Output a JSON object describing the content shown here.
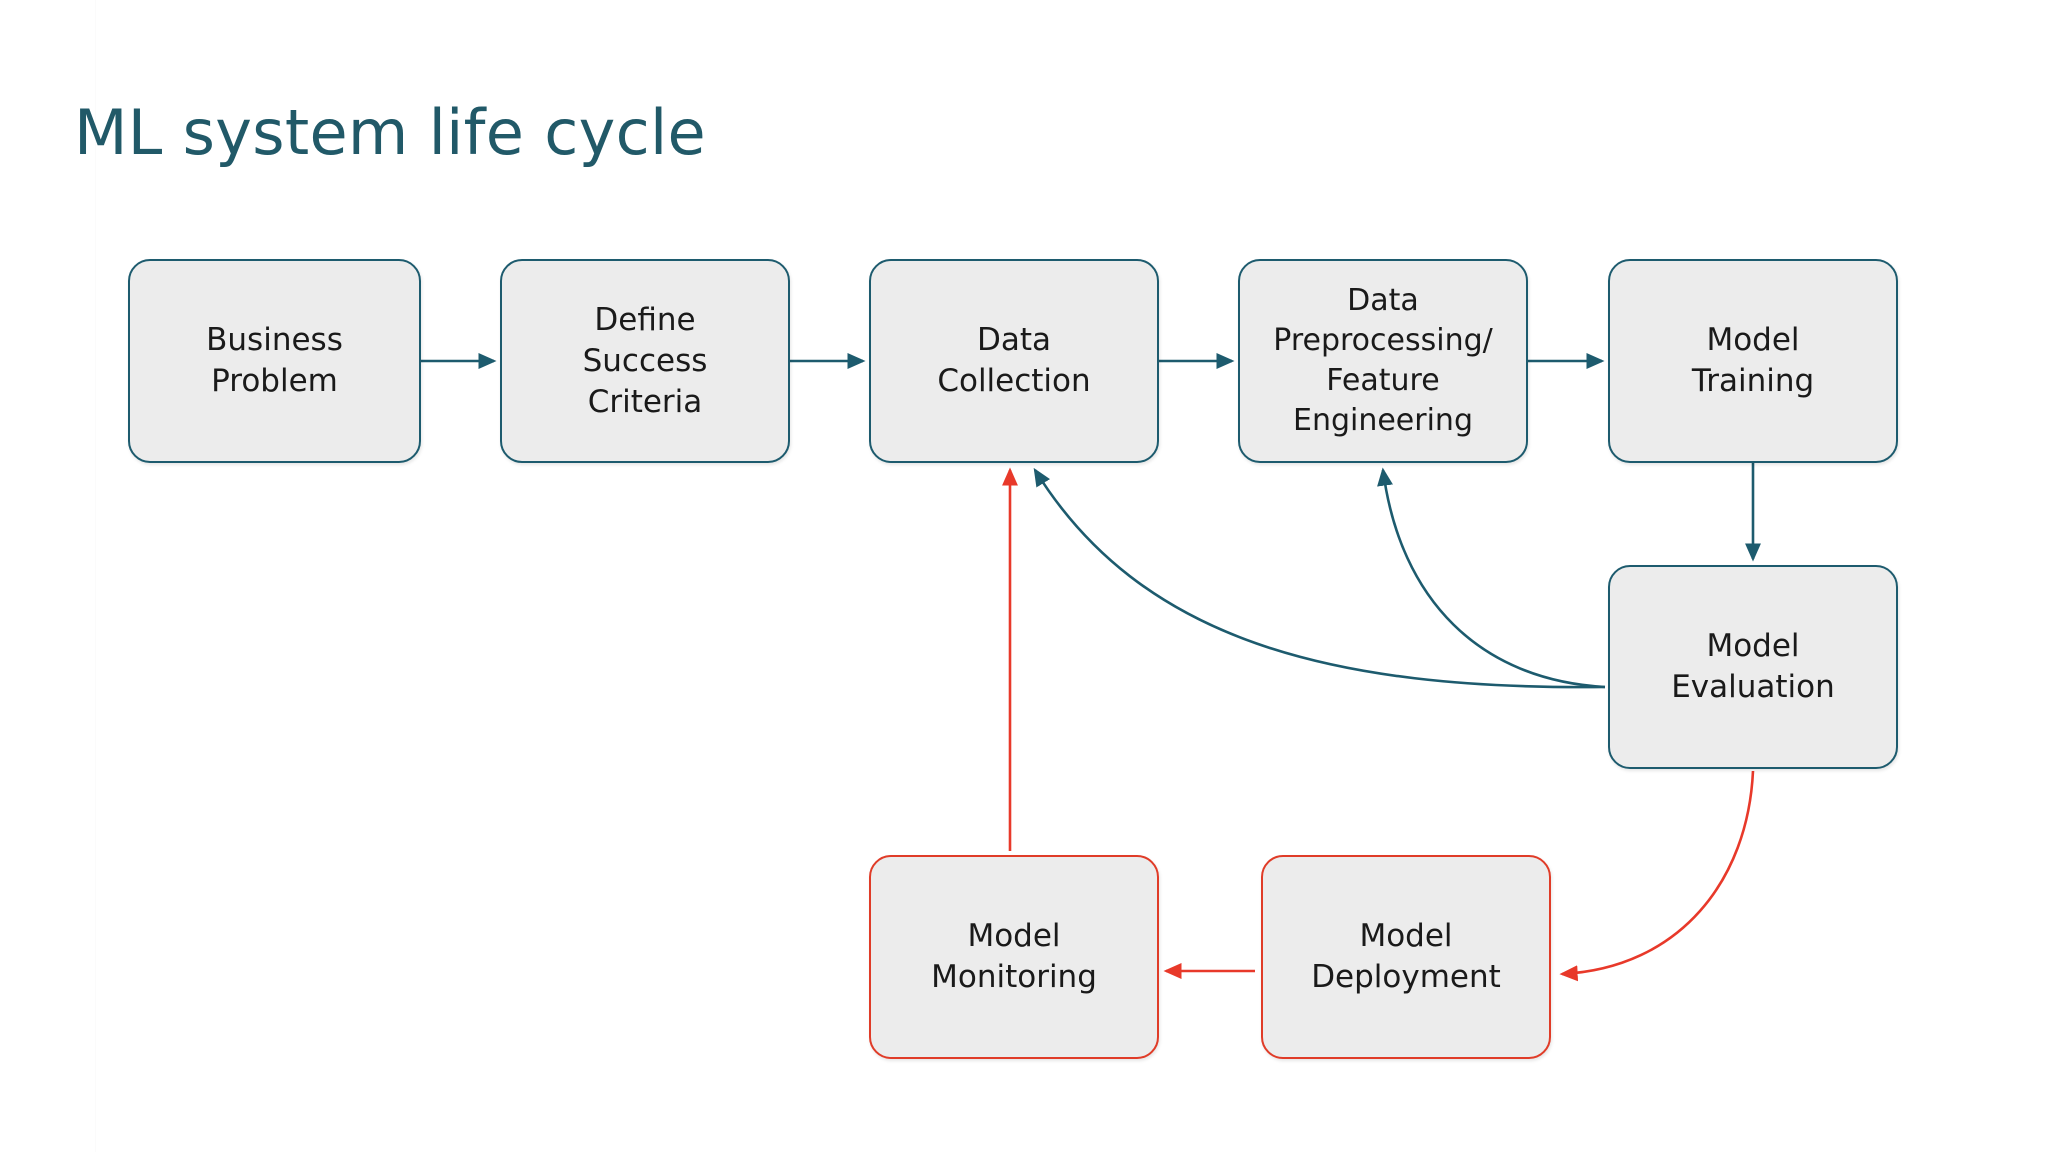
{
  "slide": {
    "title": "ML system life cycle",
    "background_color": "#ffffff",
    "title_color": "#215968"
  },
  "palette": {
    "node_fill": "#ececec",
    "node_border_teal": "#1d5b6e",
    "node_border_red": "#e03c28",
    "arrow_teal": "#1d5b6e",
    "arrow_red": "#e8392a",
    "text": "#1a1a1a"
  },
  "nodes": [
    {
      "id": "business-problem",
      "label": "Business\nProblem",
      "accent": "teal"
    },
    {
      "id": "define-success",
      "label": "Define\nSuccess\nCriteria",
      "accent": "teal"
    },
    {
      "id": "data-collection",
      "label": "Data\nCollection",
      "accent": "teal"
    },
    {
      "id": "data-preprocessing",
      "label": "Data\nPreprocessing/\nFeature\nEngineering",
      "accent": "teal"
    },
    {
      "id": "model-training",
      "label": "Model\nTraining",
      "accent": "teal"
    },
    {
      "id": "model-evaluation",
      "label": "Model\nEvaluation",
      "accent": "teal"
    },
    {
      "id": "model-deployment",
      "label": "Model\nDeployment",
      "accent": "red"
    },
    {
      "id": "model-monitoring",
      "label": "Model\nMonitoring",
      "accent": "red"
    }
  ],
  "edges": [
    {
      "id": "business-problem-to-define-success",
      "from": "business-problem",
      "to": "define-success",
      "color": "teal",
      "shape": "straight-horizontal"
    },
    {
      "id": "define-success-to-data-collection",
      "from": "define-success",
      "to": "data-collection",
      "color": "teal",
      "shape": "straight-horizontal"
    },
    {
      "id": "data-collection-to-data-preprocessing",
      "from": "data-collection",
      "to": "data-preprocessing",
      "color": "teal",
      "shape": "straight-horizontal"
    },
    {
      "id": "data-preprocessing-to-model-training",
      "from": "data-preprocessing",
      "to": "model-training",
      "color": "teal",
      "shape": "straight-horizontal"
    },
    {
      "id": "model-training-to-model-evaluation",
      "from": "model-training",
      "to": "model-evaluation",
      "color": "teal",
      "shape": "straight-vertical"
    },
    {
      "id": "model-evaluation-to-data-collection",
      "from": "model-evaluation",
      "to": "data-collection",
      "color": "teal",
      "shape": "curve-feedback-long"
    },
    {
      "id": "model-evaluation-to-data-preprocessing",
      "from": "model-evaluation",
      "to": "data-preprocessing",
      "color": "teal",
      "shape": "curve-feedback-short"
    },
    {
      "id": "model-evaluation-to-model-deployment",
      "from": "model-evaluation",
      "to": "model-deployment",
      "color": "red",
      "shape": "curve-down-left"
    },
    {
      "id": "model-deployment-to-model-monitoring",
      "from": "model-deployment",
      "to": "model-monitoring",
      "color": "red",
      "shape": "straight-horizontal"
    },
    {
      "id": "model-monitoring-to-data-collection",
      "from": "model-monitoring",
      "to": "data-collection",
      "color": "red",
      "shape": "straight-vertical-up"
    }
  ]
}
